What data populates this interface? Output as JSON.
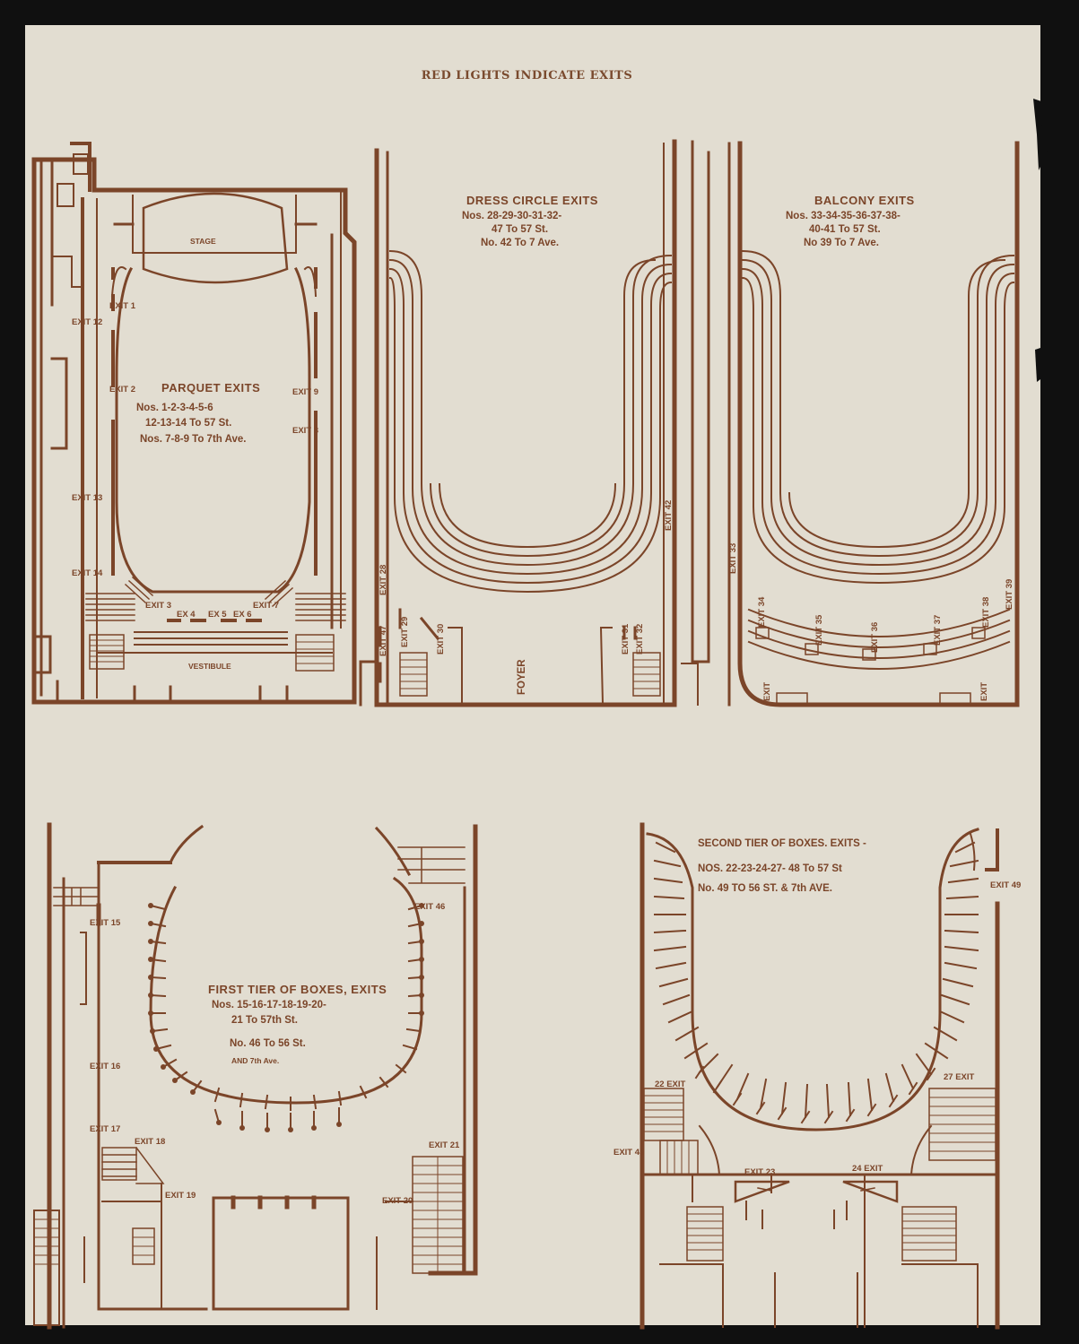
{
  "header": "RED LIGHTS INDICATE EXITS",
  "parquet": {
    "stage": "STAGE",
    "vestibule": "VESTIBULE",
    "title": "PARQUET EXITS",
    "line1": "Nos. 1-2-3-4-5-6",
    "line2": "12-13-14 To 57 St.",
    "line3": "Nos. 7-8-9 To 7th Ave.",
    "exits": {
      "e1": "EXIT 1",
      "e2": "EXIT 2",
      "e3": "EXIT 3",
      "e4": "EX 4",
      "e5": "EX 5",
      "e6": "EX 6",
      "e7": "EXIT 7",
      "e8": "EXIT 8",
      "e9": "EXIT 9",
      "e12": "EXIT 12",
      "e13": "EXIT 13",
      "e14": "EXIT 14"
    }
  },
  "dress_circle": {
    "title": "DRESS CIRCLE EXITS",
    "line1": "Nos. 28-29-30-31-32-",
    "line2": "47 To 57 St.",
    "line3": "No. 42 To 7 Ave.",
    "foyer": "FOYER",
    "exits": {
      "e28": "EXIT 28",
      "e29": "EXIT 29",
      "e30": "EXIT 30",
      "e31": "EXIT 31",
      "e32": "EXIT 32",
      "e42": "EXIT 42",
      "e47": "EXIT 47"
    }
  },
  "balcony": {
    "title": "BALCONY EXITS",
    "line1": "Nos. 33-34-35-36-37-38-",
    "line2": "40-41 To 57 St.",
    "line3": "No 39 To 7 Ave.",
    "exits": {
      "e33": "EXIT 33",
      "e34": "EXIT 34",
      "e35": "EXIT 35",
      "e36": "EXIT 36",
      "e37": "EXIT 37",
      "e38": "EXIT 38",
      "e39": "EXIT 39",
      "eLeft": "EXIT",
      "eRight": "EXIT"
    }
  },
  "first_tier": {
    "title": "FIRST TIER OF BOXES, EXITS",
    "line1": "Nos. 15-16-17-18-19-20-",
    "line2": "21 To 57th St.",
    "line3": "No. 46 To 56 St.",
    "line4": "AND 7th Ave.",
    "exits": {
      "e15": "EXIT 15",
      "e16": "EXIT 16",
      "e17": "EXIT 17",
      "e18": "EXIT 18",
      "e19": "EXIT 19",
      "e20": "EXIT 20",
      "e21": "EXIT 21",
      "e46": "EXIT 46"
    }
  },
  "second_tier": {
    "title": "SECOND TIER OF BOXES. EXITS -",
    "line1": "NOS. 22-23-24-27- 48 To 57 St",
    "line2": "No. 49 TO 56 ST. & 7th AVE.",
    "exits": {
      "e22": "22 EXIT",
      "e23": "EXIT 23",
      "e24": "24 EXIT",
      "e27": "27 EXIT",
      "e48": "EXIT 48",
      "e49": "EXIT 49"
    }
  },
  "colors": {
    "ink": "#7b4529",
    "paper": "#e2ddd1",
    "background": "#101010"
  }
}
